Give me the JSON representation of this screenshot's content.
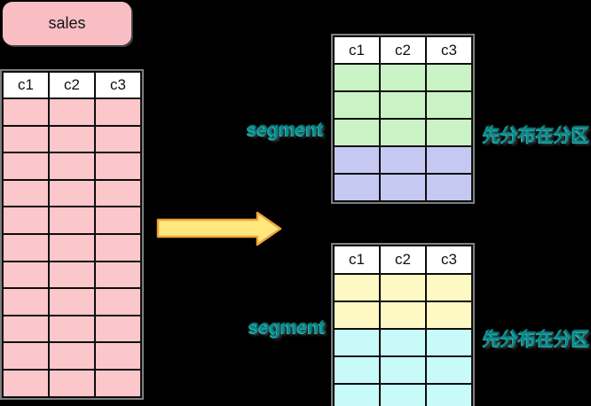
{
  "colors": {
    "background": "#000000",
    "sales_pink": "#f8bec3",
    "header_white": "#ffffff",
    "table_border": "#0d0d0d",
    "table_shadow": "#7e7e7e",
    "arrow_fill": "#ffe87d",
    "arrow_stroke": "#f0a53c",
    "label_teal": "#0e8888"
  },
  "sales_box": {
    "label": "sales"
  },
  "tables": {
    "source": {
      "headers": [
        "c1",
        "c2",
        "c3"
      ],
      "row_groups": [
        {
          "color": "#fbc7cb",
          "count": 11
        }
      ]
    },
    "top_right": {
      "headers": [
        "c1",
        "c2",
        "c3"
      ],
      "row_groups": [
        {
          "color": "#c9f3c4",
          "count": 3
        },
        {
          "color": "#c5c9f2",
          "count": 2
        }
      ]
    },
    "bottom_right": {
      "headers": [
        "c1",
        "c2",
        "c3"
      ],
      "row_groups": [
        {
          "color": "#fdf8c4",
          "count": 2
        },
        {
          "color": "#c9fafa",
          "count": 3
        }
      ]
    }
  },
  "labels": {
    "segment_top": "segment",
    "segment_bottom": "segment",
    "partition_top": "先分布在分区",
    "partition_bottom": "先分布在分区"
  }
}
